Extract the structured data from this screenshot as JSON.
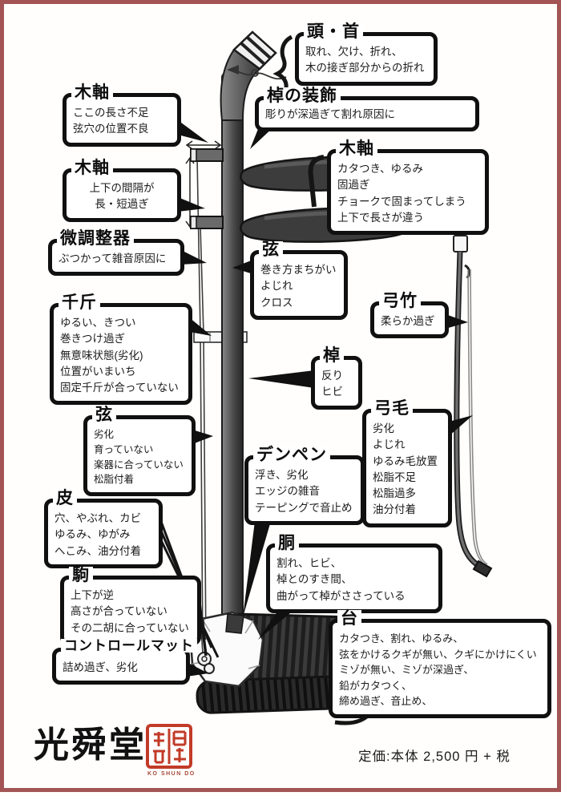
{
  "colors": {
    "page_border": "#a35555",
    "ink": "#101010",
    "seal_red": "#c23b28"
  },
  "callouts": [
    {
      "id": "atama-kubi",
      "title": "頭・首",
      "lines": [
        "取れ、欠け、折れ、",
        "木の接ぎ部分からの折れ"
      ]
    },
    {
      "id": "mokujiku-1",
      "title": "木軸",
      "lines": [
        "ここの長さ不足",
        "弦穴の位置不良"
      ]
    },
    {
      "id": "sao-kazari",
      "title": "棹の装飾",
      "lines": [
        "彫りが深過ぎて割れ原因に"
      ]
    },
    {
      "id": "mokujiku-2",
      "title": "木軸",
      "lines": [
        "カタつき、ゆるみ",
        "固過ぎ",
        "チョークで固まってしまう",
        "上下で長さが違う"
      ]
    },
    {
      "id": "mokujiku-3",
      "title": "木軸",
      "lines": [
        "上下の間隔が",
        "長・短過ぎ"
      ]
    },
    {
      "id": "bichouseiki",
      "title": "微調整器",
      "lines": [
        "ぶつかって雑音原因に"
      ]
    },
    {
      "id": "gen-1",
      "title": "弦",
      "lines": [
        "巻き方まちがい",
        "よじれ",
        "クロス"
      ]
    },
    {
      "id": "senkin",
      "title": "千斤",
      "lines": [
        "ゆるい、きつい",
        "巻きつけ過ぎ",
        "無意味状態(劣化)",
        "位置がいまいち",
        "固定千斤が合っていない"
      ]
    },
    {
      "id": "sao",
      "title": "棹",
      "lines": [
        "反り",
        "ヒビ"
      ]
    },
    {
      "id": "yumitake",
      "title": "弓竹",
      "lines": [
        "柔らか過ぎ"
      ]
    },
    {
      "id": "gen-2",
      "title": "弦",
      "lines": [
        "劣化",
        "育っていない",
        "楽器に合っていない",
        "松脂付着"
      ]
    },
    {
      "id": "yumike",
      "title": "弓毛",
      "lines": [
        "劣化",
        "よじれ",
        "ゆるみ毛放置",
        "松脂不足",
        "松脂過多",
        "油分付着"
      ]
    },
    {
      "id": "denpen",
      "title": "デンペン",
      "lines": [
        "浮き、劣化",
        "エッジの雑音",
        "テーピングで音止め"
      ]
    },
    {
      "id": "kawa",
      "title": "皮",
      "lines": [
        "穴、やぶれ、カビ",
        "ゆるみ、ゆがみ",
        "へこみ、油分付着"
      ]
    },
    {
      "id": "dou",
      "title": "胴",
      "lines": [
        "割れ、ヒビ、",
        "棹とのすき間、",
        "曲がって棹がささっている"
      ]
    },
    {
      "id": "koma",
      "title": "駒",
      "lines": [
        "上下が逆",
        "高さが合っていない",
        "その二胡に合っていない"
      ]
    },
    {
      "id": "control-mat",
      "title": "コントロールマット",
      "lines": [
        "詰め過ぎ、劣化"
      ]
    },
    {
      "id": "dai",
      "title": "台",
      "lines": [
        "カタつき、割れ、ゆるみ、",
        "弦をかけるクギが無い、クギにかけにくい",
        "ミゾが無い、ミゾが深過ぎ、",
        "鉛がカタつく、",
        "締め過ぎ、音止め、"
      ]
    }
  ],
  "footer": {
    "logo_text": "光舜堂",
    "logo_romaji": "KO SHUN DO",
    "price_label": "定価:本体 2,500 円 + 税"
  }
}
